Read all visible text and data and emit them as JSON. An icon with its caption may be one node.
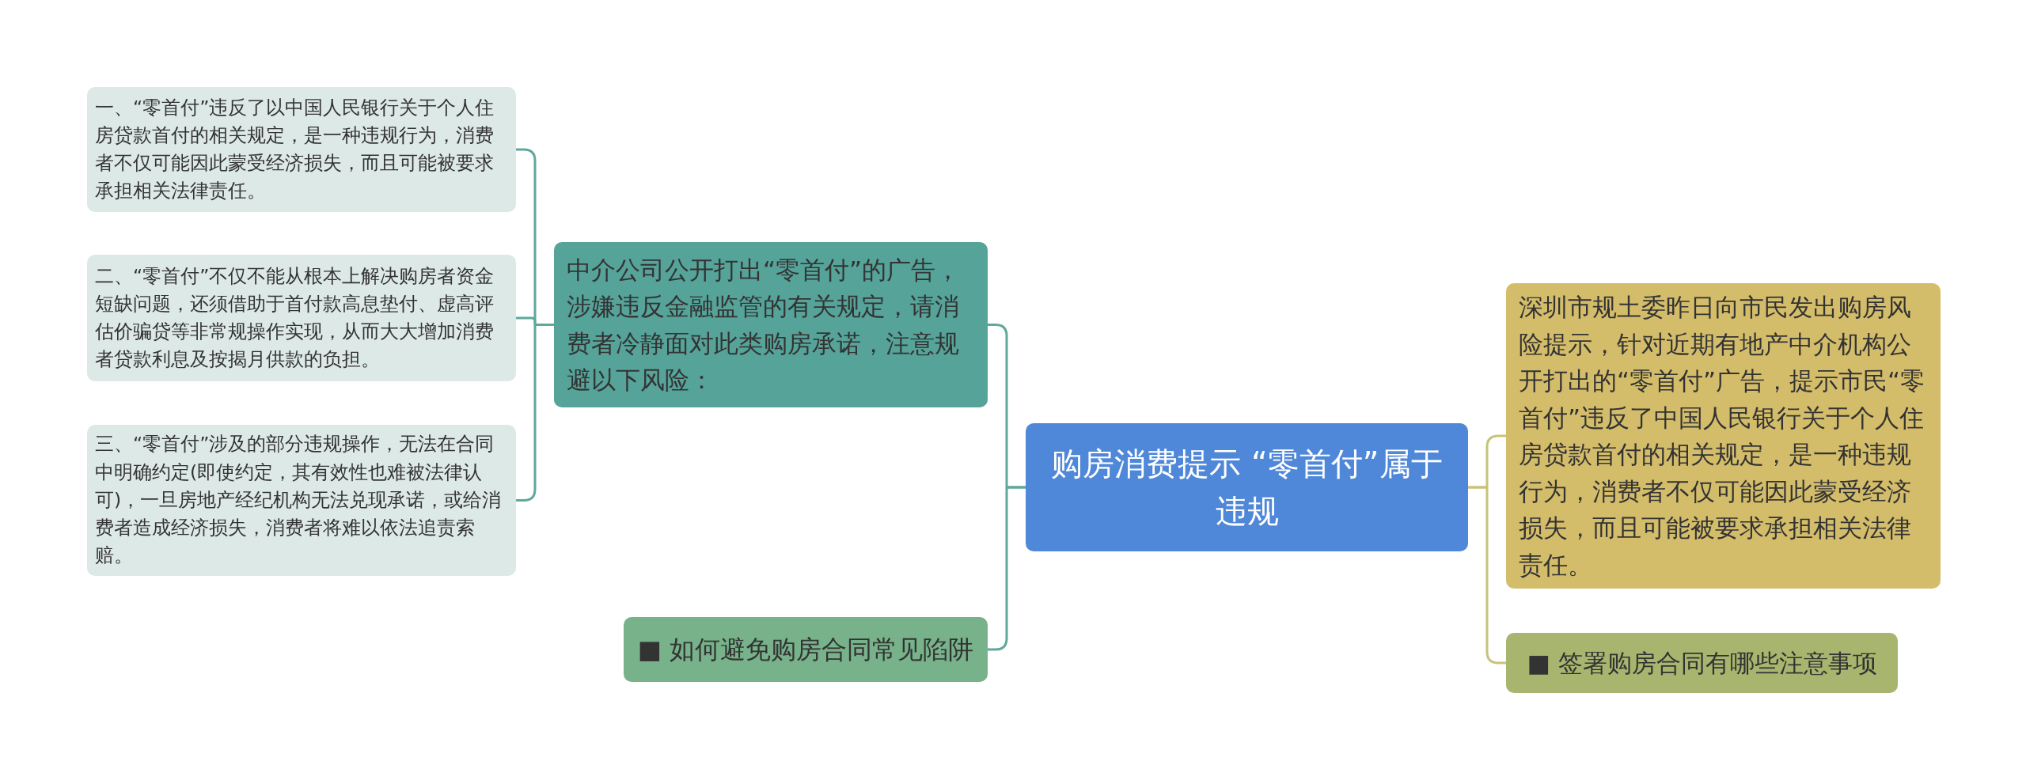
{
  "diagram": {
    "nodes": [
      {
        "text": [
          "购房消费提示 “零首付”属于违规"
        ]
      },
      {
        "text": [
          "中介公司公开打出“零首付”的广告，涉嫌违反金融监管的有关规定，请消费者冷静面对此类购房承诺，注意规避以下风险："
        ]
      },
      {
        "text": [
          "一、“零首付”违反了以中国人民银行关于个人住房贷款首付的相关规定，是一种违规行为，消费者不仅可能因此蒙受经济损失，而且可能被要求承担相关法律责任。"
        ]
      },
      {
        "text": [
          "二、“零首付”不仅不能从根本上解决购房者资金短缺问题，还须借助于首付款高息垫付、虚高评估价骗贷等非常规操作实现，从而大大增加消费者贷款利息及按揭月供款的负担。"
        ]
      },
      {
        "text": [
          "三、“零首付”涉及的部分违规操作，无法在合同中明确约定(即使约定，其有效性也难被法律认可)，一旦房地产经纪机构无法兑现承诺，或给消费者造成经济损失，消费者将难以依法追责索赔。"
        ]
      },
      {
        "text": [
          "■ 如何避免购房合同常见陷阱"
        ]
      },
      {
        "text": [
          "深圳市规土委昨日向市民发出购房风险提示，针对近期有地产中介机构公开打出的“零首付”广告，提示市民“零首付”违反了中国人民银行关于个人住房贷款首付的相关规定，是一种违规行为，消费者不仅可能因此蒙受经济损失，而且可能被要求承担相关法律责任。"
        ]
      },
      {
        "text": [
          "■ 签署购房合同有哪些注意事项"
        ]
      }
    ],
    "edges": [
      {
        "from": 0,
        "to": 1,
        "arrow": "none"
      },
      {
        "from": 0,
        "to": 5,
        "arrow": "none"
      },
      {
        "from": 1,
        "to": 2,
        "arrow": "none"
      },
      {
        "from": 1,
        "to": 3,
        "arrow": "none"
      },
      {
        "from": 1,
        "to": 4,
        "arrow": "none"
      },
      {
        "from": 0,
        "to": 6,
        "arrow": "none",
        "color": "#c9c27a"
      },
      {
        "from": 0,
        "to": 7,
        "arrow": "none",
        "color": "#c9c27a"
      }
    ]
  }
}
